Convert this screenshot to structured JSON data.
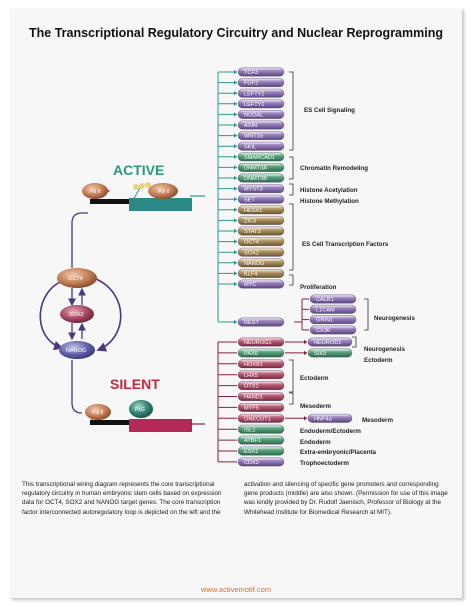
{
  "title": "The Transcriptional Regulatory Circuitry and Nuclear Reprogramming",
  "labels": {
    "active": "ACTIVE",
    "silent": "SILENT",
    "pol2": "Pol II",
    "pcg": "PcG",
    "oct4": "OCT4",
    "sox2": "SOX2",
    "nanog": "NANOG"
  },
  "active_genes": [
    {
      "label": "TCF3",
      "color": "#8e76b3"
    },
    {
      "label": "FGF2",
      "color": "#8e76b3"
    },
    {
      "label": "LEFTY2",
      "color": "#8e76b3"
    },
    {
      "label": "LEFTY1",
      "color": "#8e76b3"
    },
    {
      "label": "NODAL",
      "color": "#8e76b3"
    },
    {
      "label": "AXIN",
      "color": "#8e76b3"
    },
    {
      "label": "WNT3a",
      "color": "#8e76b3"
    },
    {
      "label": "SKIL",
      "color": "#8e76b3"
    },
    {
      "label": "SMARCAD1",
      "color": "#4f9a75"
    },
    {
      "label": "DNMT3A",
      "color": "#4f9a75"
    },
    {
      "label": "DNMT3B",
      "color": "#4f9a75"
    },
    {
      "label": "MYST3",
      "color": "#8e76b3"
    },
    {
      "label": "SET",
      "color": "#8e76b3"
    },
    {
      "label": "HESX1",
      "color": "#a58a5a"
    },
    {
      "label": "ZIC3",
      "color": "#a58a5a"
    },
    {
      "label": "STAT3",
      "color": "#a58a5a"
    },
    {
      "label": "OCT4",
      "color": "#a58a5a"
    },
    {
      "label": "SOX2",
      "color": "#a58a5a"
    },
    {
      "label": "NANOG",
      "color": "#a58a5a"
    },
    {
      "label": "KLF4",
      "color": "#a58a5a"
    },
    {
      "label": "MYC",
      "color": "#8e76b3"
    }
  ],
  "active_categories": [
    {
      "label": "ES Cell Signaling"
    },
    {
      "label": "Chromatin Remodeling"
    },
    {
      "label": "Histone Acetylation"
    },
    {
      "label": "Histone Methylation"
    },
    {
      "label": "ES Cell Transcription Factors"
    },
    {
      "label": "Proliferation"
    }
  ],
  "rest": {
    "label": "REST",
    "color": "#8e76b3"
  },
  "neuro_genes": [
    {
      "label": "CALB1",
      "color": "#8e76b3"
    },
    {
      "label": "L1CAM",
      "color": "#8e76b3"
    },
    {
      "label": "GRIN1",
      "color": "#8e76b3"
    },
    {
      "label": "CX36",
      "color": "#8e76b3"
    }
  ],
  "neurogenesis_label": "Neurogenesis",
  "silent_genes": [
    {
      "label": "NEUROG1",
      "color": "#b0536e"
    },
    {
      "label": "PAX6",
      "color": "#4f9a75"
    },
    {
      "label": "HOXB1",
      "color": "#b0536e"
    },
    {
      "label": "LHX5",
      "color": "#b0536e"
    },
    {
      "label": "OTX1",
      "color": "#b0536e"
    },
    {
      "label": "HAND1",
      "color": "#b0536e"
    },
    {
      "label": "MYF5",
      "color": "#b0536e"
    },
    {
      "label": "ONECUT1",
      "color": "#b0536e"
    },
    {
      "label": "ISL1",
      "color": "#4f9a75"
    },
    {
      "label": "ATBF1",
      "color": "#4f9a75"
    },
    {
      "label": "ESX1",
      "color": "#4f9a75"
    },
    {
      "label": "CDX2",
      "color": "#8e76b3"
    }
  ],
  "secondary_genes": [
    {
      "label": "NEUROD1",
      "color": "#8e76b3"
    },
    {
      "label": "SIX3",
      "color": "#4f9a75"
    },
    {
      "label": "HNF4a",
      "color": "#8e76b3"
    }
  ],
  "silent_categories": [
    {
      "label": "Neurogenesis"
    },
    {
      "label": "Ectoderm"
    },
    {
      "label": "Ectoderm"
    },
    {
      "label": "Mesoderm"
    },
    {
      "label": "Mesoderm"
    },
    {
      "label": "Endoderm/Ectoderm"
    },
    {
      "label": "Endoderm"
    },
    {
      "label": "Extra-embryonic/Placenta"
    },
    {
      "label": "Trophoectoderm"
    }
  ],
  "caption_left": "This transcriptional wiring diagram represents the core transcriptional regulatory circuitry in human embryonic stem cells based on expression data for OCT4, SOX2 and NANOG target genes. The core transcription factor interconnected autoregulatory loop is depicted on the left and the",
  "caption_right": "activation and silencing of specific gene promoters and corresponding gene products (middle) are also shown. (Permission for use of this image was kindly provided by Dr. Rudolf Jaenisch, Professor of Biology at the Whitehead Institute for Biomedical Research at MIT).",
  "footer": "www.activemotif.com",
  "colors": {
    "active": "#2b9a7a",
    "silent": "#c8283c",
    "line_active": "#2b9a8a",
    "line_silent": "#8a2040",
    "loop": "#4a3a7c",
    "purple_pill": "#8e76b3",
    "green_pill": "#4f9a75",
    "gold_pill": "#a58a5a",
    "red_pill": "#b0536e"
  }
}
